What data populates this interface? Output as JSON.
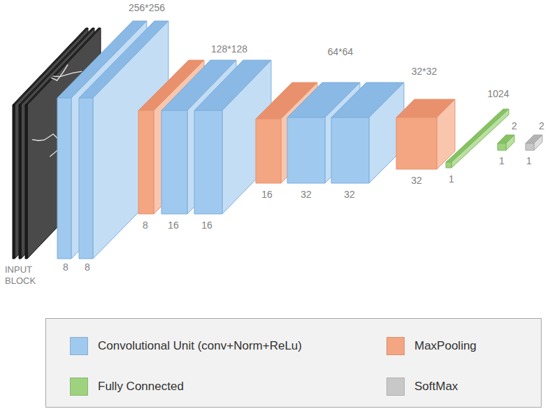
{
  "diagram": {
    "labels": [
      "256*256",
      "128*128",
      "64*64",
      "32*32",
      "1024",
      "2",
      "2",
      "INPUT BLOCK",
      "8",
      "8",
      "8",
      "16",
      "16",
      "16",
      "32",
      "32",
      "32",
      "1",
      "1",
      "1"
    ],
    "legend": [
      {
        "text": "Convolutional Unit (conv+Norm+ReLu)",
        "color": "#9fc9ee"
      },
      {
        "text": "MaxPooling",
        "color": "#f4a582"
      },
      {
        "text": "Fully Connected",
        "color": "#9ed27f"
      },
      {
        "text": "SoftMax",
        "color": "#c8c8c8"
      }
    ]
  }
}
